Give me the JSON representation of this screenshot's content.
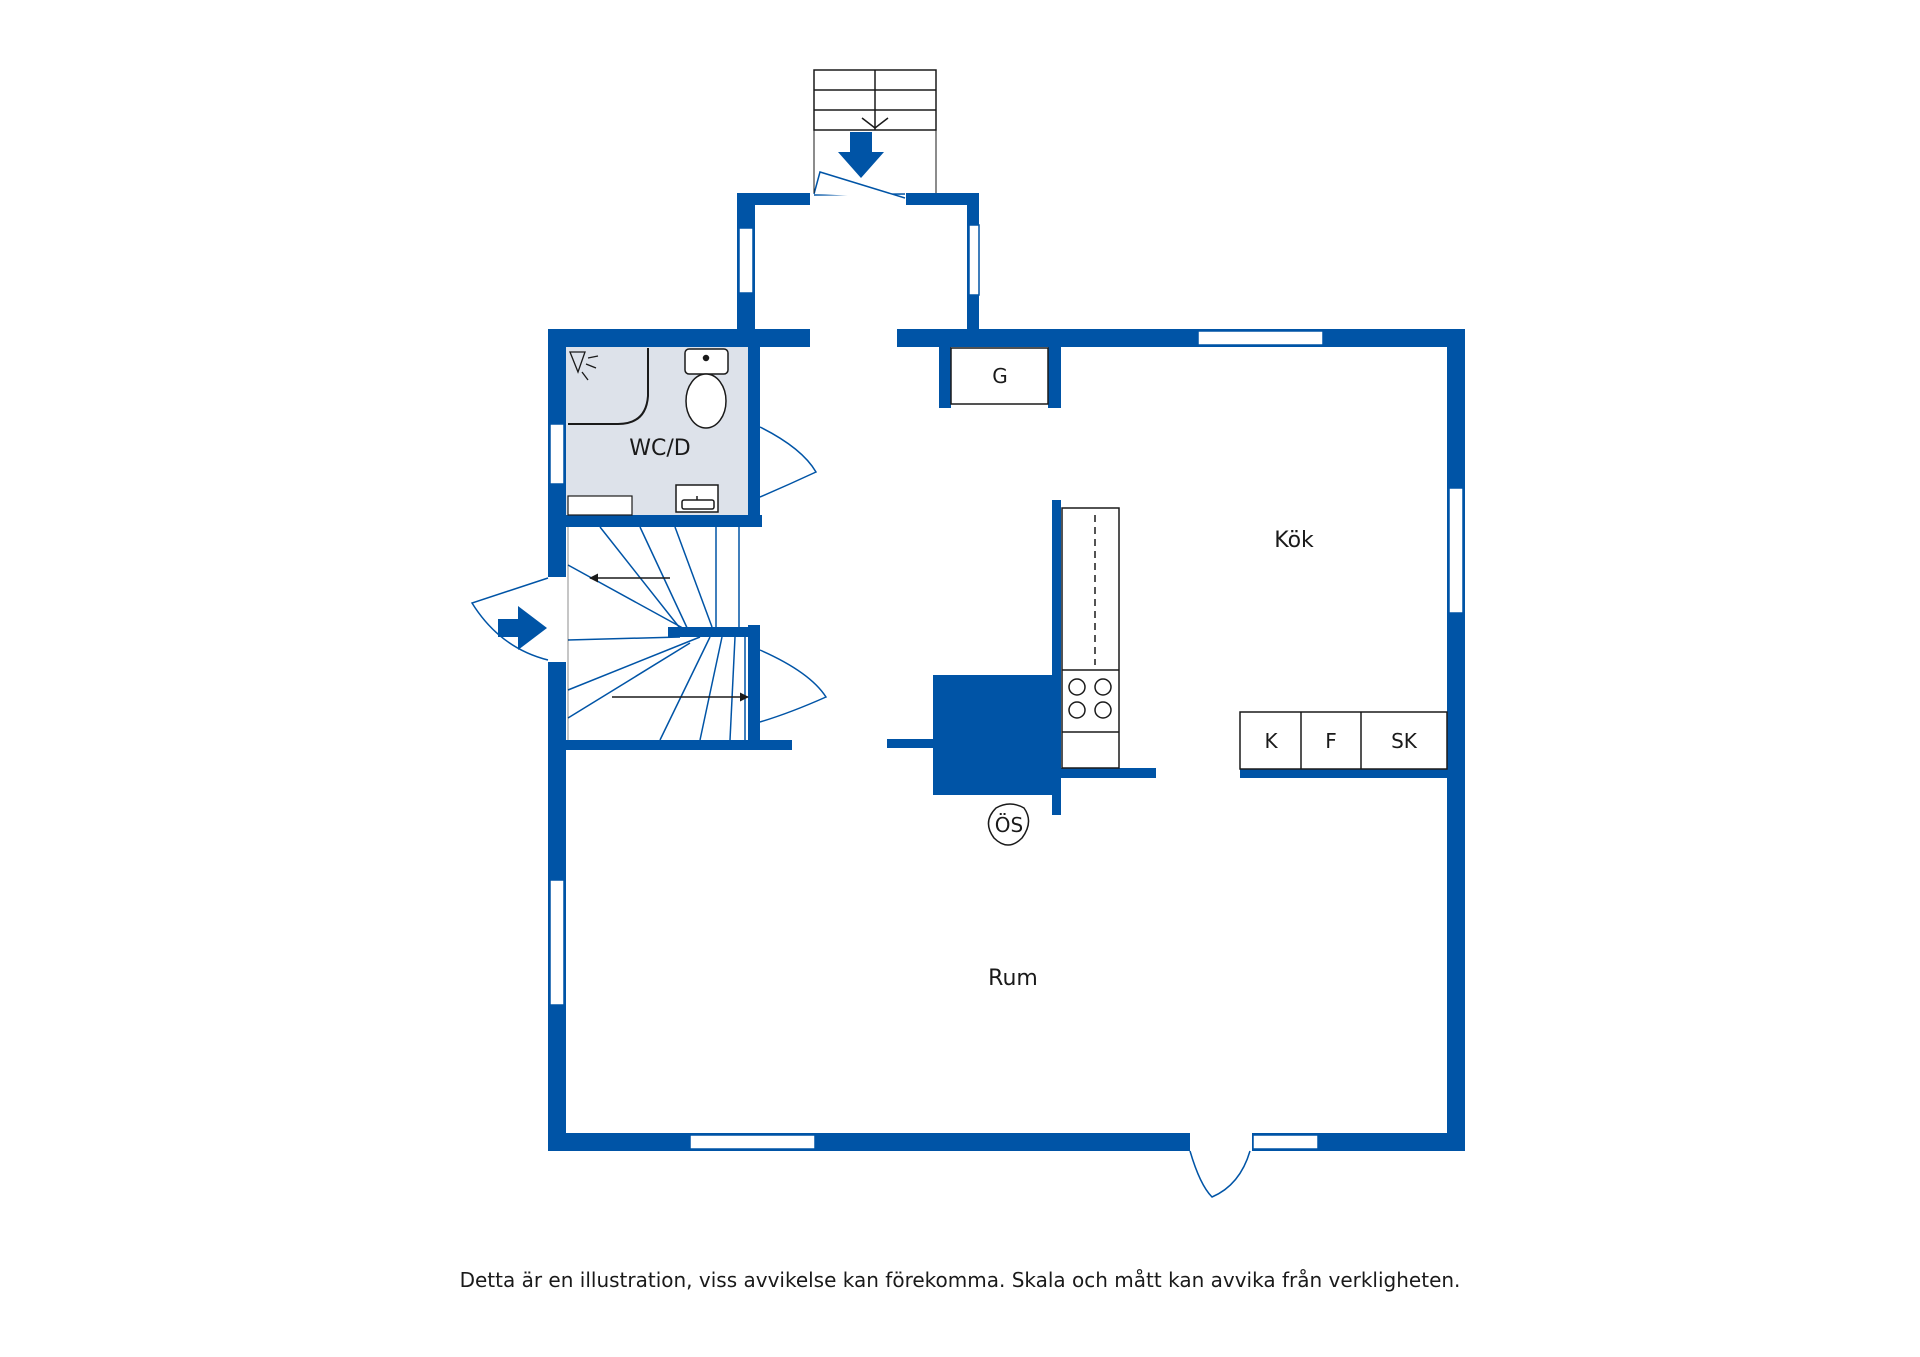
{
  "colors": {
    "wall": "#0054a6",
    "wet_room_floor": "#dde2ea",
    "line": "#0054a6",
    "text": "#1a1a1a",
    "window": "#ffffff"
  },
  "rooms": {
    "wc_d": "WC/D",
    "kok": "Kök",
    "rum": "Rum"
  },
  "appliances": {
    "g": "G",
    "k": "K",
    "f": "F",
    "sk": "SK",
    "os": "ÖS"
  },
  "disclaimer": "Detta är en illustration, viss avvikelse kan förekomma. Skala och mått kan avvika från verkligheten."
}
